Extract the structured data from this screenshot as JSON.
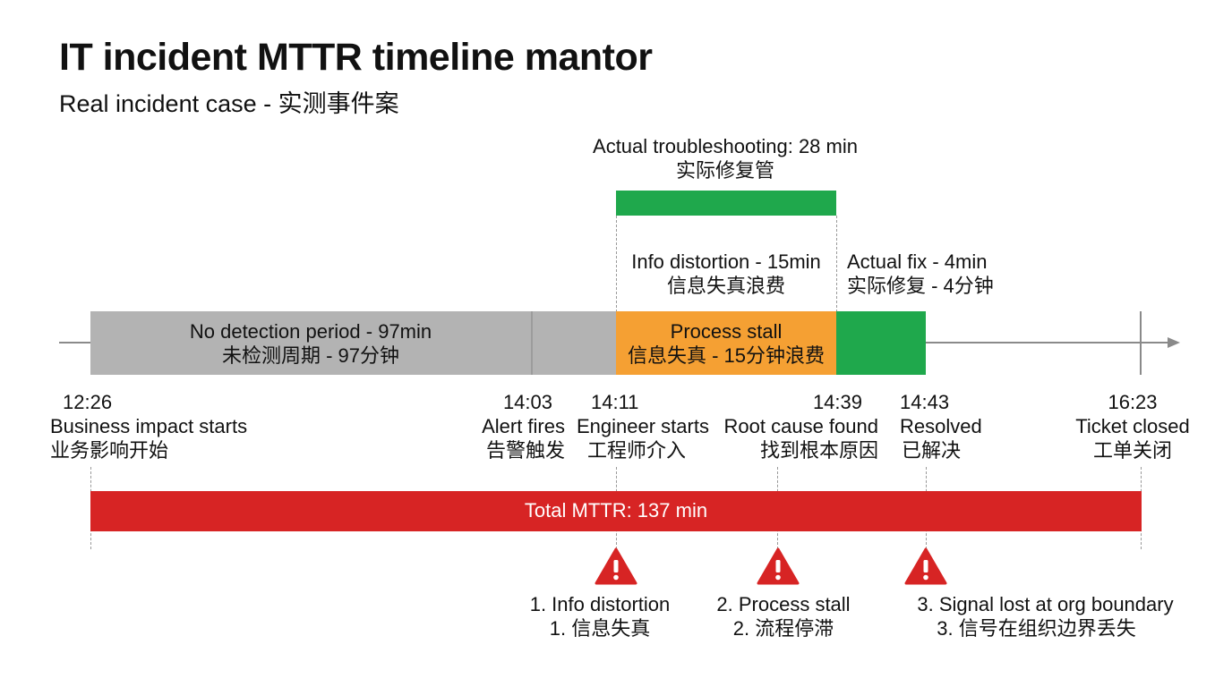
{
  "header": {
    "title": "IT incident MTTR timeline mantor",
    "subtitle": "Real incident case - 实测事件案"
  },
  "troubleshooting": {
    "label_en": "Actual troubleshooting: 28 min",
    "label_zh": "实际修复管"
  },
  "info_distortion_label": {
    "en": "Info distortion - 15min",
    "zh": "信息失真浪费"
  },
  "actual_fix_label": {
    "en": "Actual fix - 4min",
    "zh": "实际修复 - 4分钟"
  },
  "segments": {
    "no_detection": {
      "en": "No detection period - 97min",
      "zh": "未检测周期 - 97分钟"
    },
    "process_stall": {
      "en": "Process stall",
      "zh": "信息失真 - 15分钟浪费"
    }
  },
  "milestones": [
    {
      "time": "12:26",
      "en": "Business impact starts",
      "zh": "业务影响开始"
    },
    {
      "time": "14:03",
      "en": "Alert fires",
      "zh": "告警触发"
    },
    {
      "time": "14:11",
      "en": "Engineer starts",
      "zh": "工程师介入"
    },
    {
      "time": "14:39",
      "en": "Root cause found",
      "zh": "找到根本原因"
    },
    {
      "time": "14:43",
      "en": "Resolved",
      "zh": "已解决"
    },
    {
      "time": "16:23",
      "en": "Ticket closed",
      "zh": "工单关闭"
    }
  ],
  "total": {
    "label": "Total MTTR: 137 min"
  },
  "issues": [
    {
      "en": "1. Info distortion",
      "zh": "1. 信息失真"
    },
    {
      "en": "2. Process stall",
      "zh": "2. 流程停滞"
    },
    {
      "en": "3. Signal lost at org boundary",
      "zh": "3. 信号在组织边界丢失"
    }
  ],
  "colors": {
    "gray": "#b3b3b3",
    "orange": "#f5a033",
    "green": "#1fa84c",
    "red": "#d72424",
    "axis": "#8a8a8a"
  }
}
